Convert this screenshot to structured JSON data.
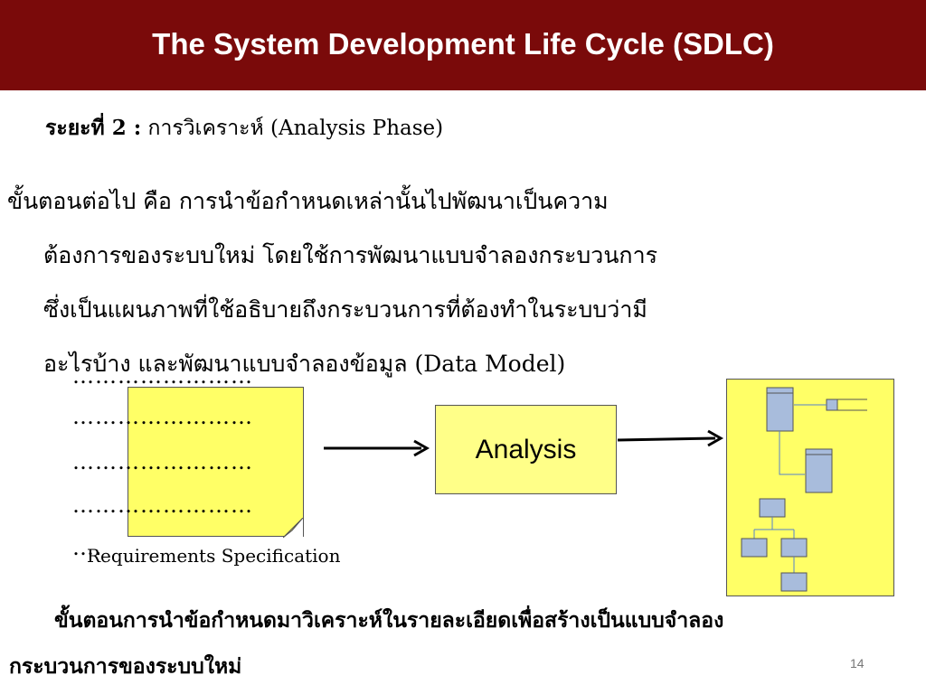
{
  "slide": {
    "title": "The System Development Life Cycle (SDLC)",
    "phase_label": "ระยะที่ 2 :",
    "phase_text": " การวิเคราะห์ (Analysis Phase)",
    "paragraph_lines": [
      "ขั้นตอนต่อไป คือ การนำข้อกำหนดเหล่านั้นไปพัฒนาเป็นความ",
      "ต้องการของระบบใหม่ โดยใช้การพัฒนาแบบจำลองกระบวนการ",
      "ซึ่งเป็นแผนภาพที่ใช้อธิบายถึงกระบวนการที่ต้องทำในระบบว่ามี",
      "อะไรบ้าง  และพัฒนาแบบจำลองข้อมูล (Data Model)"
    ],
    "dotted_line": "……………………",
    "requirements_label": "Requirements Specification",
    "analysis_label": "Analysis",
    "bottom_line_1": "ขั้นตอนการนำข้อกำหนดมาวิเคราะห์ในรายละเอียดเพื่อสร้างเป็นแบบจำลอง",
    "bottom_line_2": "กระบวนการของระบบใหม่",
    "page_number": "14"
  },
  "colors": {
    "header_bg": "#7a0a0a",
    "title_text": "#ffffff",
    "note_yellow": "#ffff66",
    "analysis_yellow": "#ffff88",
    "diagram_box_blue": "#a8bcdc"
  }
}
